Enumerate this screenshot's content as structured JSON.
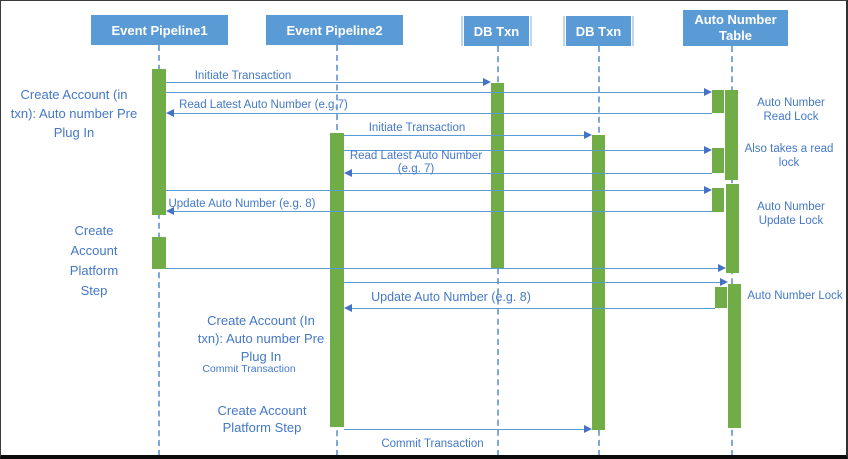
{
  "diagram_type": "uml-sequence-diagram",
  "colors": {
    "actor_box": "#5B9BD5",
    "actor_tick": "#BDD7EE",
    "activation_bar": "#70AD47",
    "message_line": "#5B9BD5",
    "arrowhead": "#4472C4",
    "label_text": "#4478C8",
    "lifeline": "#7FA8D9"
  },
  "actors": [
    {
      "label": "Event Pipeline1"
    },
    {
      "label": "Event Pipeline2"
    },
    {
      "label": "DB Txn"
    },
    {
      "label": "DB Txn"
    },
    {
      "label": "Auto Number Table"
    }
  ],
  "messages": {
    "initiate_transaction_1": "Initiate Transaction",
    "read_latest_auto_number_1": "Read Latest Auto Number (e.g.7)",
    "initiate_transaction_2": "Initiate Transaction",
    "read_latest_auto_number_2": "Read Latest Auto Number (e.g. 7)",
    "update_auto_number_1": "Update Auto Number (e.g. 8)",
    "update_auto_number_2": "Update Auto Number (e.g. 8)",
    "commit_transaction_1": "Commit Transaction",
    "commit_transaction_2": "Commit Transaction"
  },
  "annotations": {
    "create_account_plugin_1": "Create Account (in txn): Auto number Pre Plug In",
    "create_account_platform_1": "Create Account Platform Step",
    "create_account_plugin_2": "Create Account (In txn): Auto number Pre Plug In",
    "create_account_platform_2": "Create Account Platform Step",
    "auto_number_read_lock": "Auto Number Read Lock",
    "also_takes_read_lock": "Also takes a read lock",
    "auto_number_update_lock": "Auto Number Update Lock",
    "auto_number_lock": "Auto Number Lock"
  }
}
